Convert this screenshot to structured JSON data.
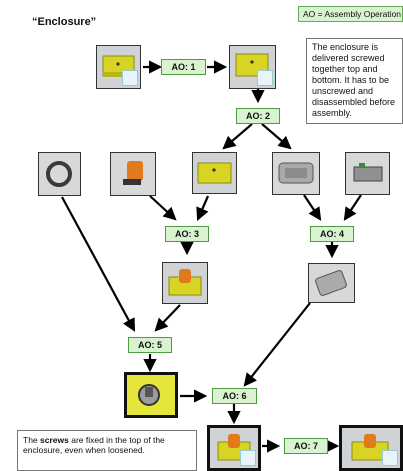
{
  "title": "“Enclosure”",
  "legend": "AO = Assembly Operation",
  "notes": {
    "top": "The enclosure is delivered screwed together top and bottom. It has to be unscrewed and disassembled before assembly.",
    "bottom_pre": "The ",
    "bottom_bold": "screws",
    "bottom_post": " are fixed in the top of the enclosure, even when loosened."
  },
  "operations": [
    {
      "id": "ao1",
      "label": "AO: 1"
    },
    {
      "id": "ao2",
      "label": "AO: 2"
    },
    {
      "id": "ao3",
      "label": "AO: 3"
    },
    {
      "id": "ao4",
      "label": "AO: 4"
    },
    {
      "id": "ao5",
      "label": "AO: 5"
    },
    {
      "id": "ao6",
      "label": "AO: 6"
    },
    {
      "id": "ao7",
      "label": "AO: 7"
    }
  ],
  "parts": [
    {
      "id": "p-closed-enclosure",
      "icon": "closed-enclosure-icon"
    },
    {
      "id": "p-open-enclosure",
      "icon": "open-enclosure-icon"
    },
    {
      "id": "p-seal-ring",
      "icon": "seal-ring-icon"
    },
    {
      "id": "p-knob",
      "icon": "knob-icon"
    },
    {
      "id": "p-enclosure-top",
      "icon": "enclosure-top-icon"
    },
    {
      "id": "p-enclosure-bottom",
      "icon": "enclosure-bottom-icon"
    },
    {
      "id": "p-terminal-block",
      "icon": "terminal-block-icon"
    },
    {
      "id": "p-top-with-knob",
      "icon": "top-with-knob-icon"
    },
    {
      "id": "p-bottom-with-terminal",
      "icon": "bottom-with-terminal-icon"
    },
    {
      "id": "p-top-with-seal",
      "icon": "top-with-seal-icon"
    },
    {
      "id": "p-assembled-enclosure",
      "icon": "assembled-enclosure-icon"
    },
    {
      "id": "p-final-enclosure",
      "icon": "final-enclosure-icon"
    }
  ],
  "colors": {
    "ao_fill": "#d9f2d0",
    "ao_border": "#4f9a45",
    "enclosure_yellow": "#d8d424",
    "knob_orange": "#e07a1a",
    "arrow": "#000000"
  }
}
